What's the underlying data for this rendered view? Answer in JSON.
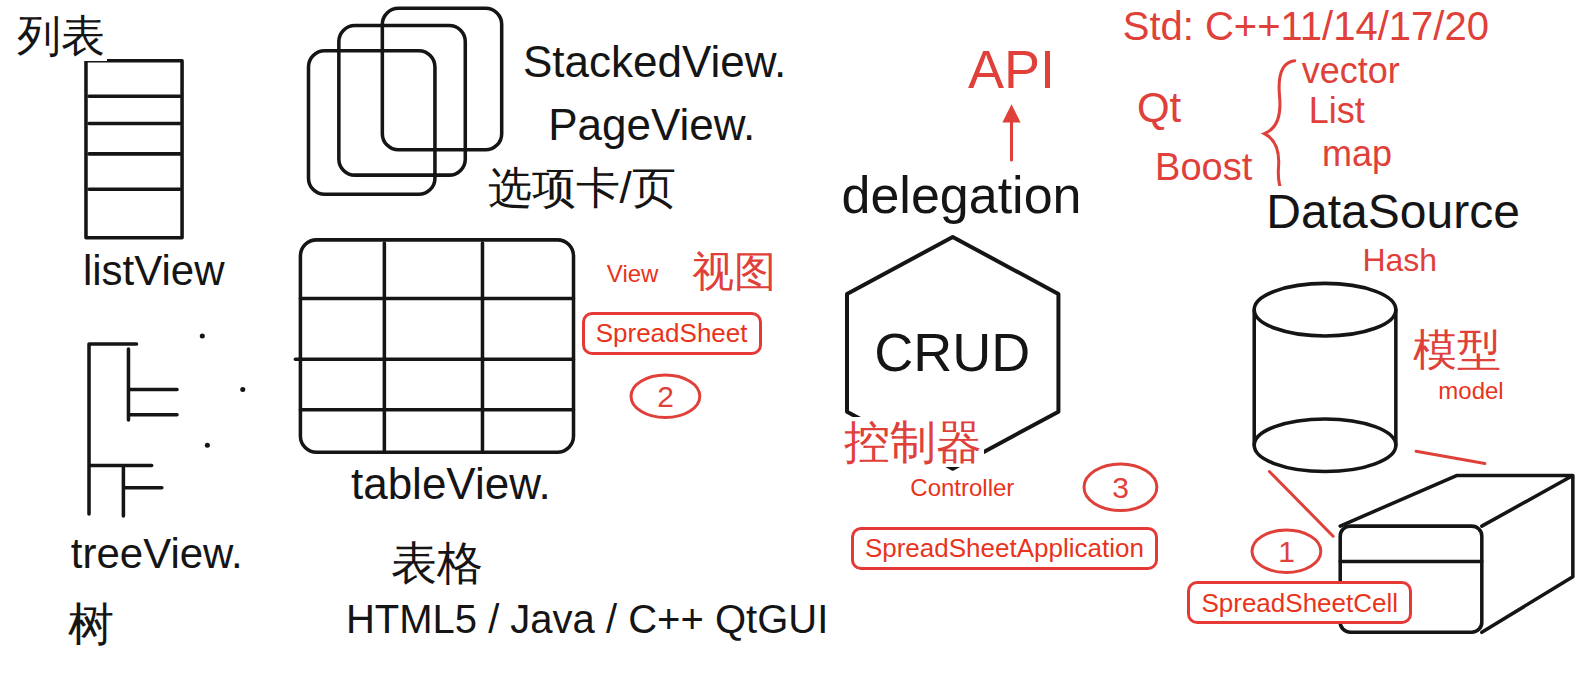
{
  "diagram": {
    "nodes": [
      {
        "text": [
          "SpreadSheet"
        ]
      },
      {
        "text": [
          "CRUD"
        ]
      },
      {
        "text": [
          "2"
        ]
      },
      {
        "text": [
          "3"
        ]
      },
      {
        "text": [
          "SpreadSheetApplication"
        ]
      },
      {
        "text": [
          "1"
        ]
      },
      {
        "text": [
          "SpreadSheetCell"
        ]
      }
    ],
    "labels": [
      "列表",
      "StackedView.",
      "API",
      "Std: C++11/14/17/20",
      "vector",
      "Qt",
      "List",
      "PageView.",
      "map",
      "Boost",
      "选项卡/页",
      "delegation",
      "DataSource",
      "Hash",
      "listView",
      "View",
      "视图",
      "模型",
      "model",
      "控制器",
      "tableView.",
      "Controller",
      "treeView.",
      "表格",
      "HTML5 / Java / C++ QtGUI",
      "树"
    ]
  }
}
